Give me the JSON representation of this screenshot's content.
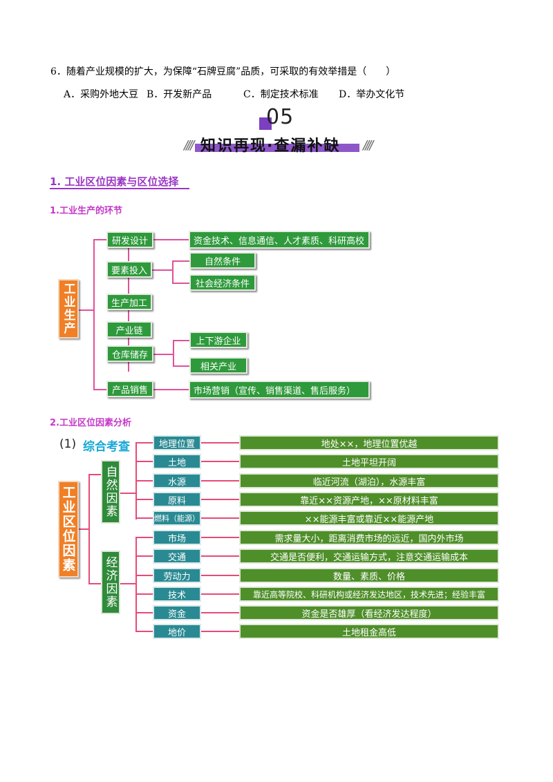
{
  "question": {
    "stem": "6．随着产业规模的扩大，为保障“石牌豆腐”品质，可采取的有效举措是（　　）",
    "options": [
      {
        "label": "A．采购外地大豆"
      },
      {
        "label": "B．开发新产品"
      },
      {
        "label": "C．制定技术标准"
      },
      {
        "label": "D．举办文化节"
      }
    ]
  },
  "section": {
    "number": "05",
    "banner": "知识再现·查漏补缺",
    "deco_left": "////",
    "deco_right": "////",
    "colors": {
      "purple": "#8e57c9"
    }
  },
  "topic1": {
    "heading": "1. 工业区位因素与区位选择",
    "sub1": "1.工业生产的环节",
    "sub2": "2.工业区位因素分析"
  },
  "diagram1": {
    "root": "工业生产",
    "stages": [
      "研发设计",
      "要素投入",
      "生产加工",
      "产业链",
      "仓库储存",
      "产品销售"
    ],
    "details": {
      "research": "资金技术、信息通信、人才素质、科研高校",
      "inputs": [
        "自然条件",
        "社会经济条件"
      ],
      "storage": [
        "上下游企业",
        "相关产业"
      ],
      "sales": "市场营销（宣传、销售渠道、售后服务）"
    },
    "colors": {
      "box": "#2f9a3c",
      "root": "#f07f26",
      "line": "#e0509a"
    }
  },
  "diagram2": {
    "num": "(1)",
    "title": "综合考查",
    "root": "工业区位因素",
    "groups": [
      {
        "name": "自然因素",
        "factors": [
          {
            "name": "地理位置",
            "desc": "地处××，地理位置优越"
          },
          {
            "name": "土地",
            "desc": "土地平坦开阔"
          },
          {
            "name": "水源",
            "desc": "临近河流（湖泊），水源丰富"
          },
          {
            "name": "原料",
            "desc": "靠近××资源产地，××原材料丰富"
          },
          {
            "name": "燃料（能源）",
            "desc": "××能源丰富或靠近××能源产地"
          }
        ]
      },
      {
        "name": "经济因素",
        "factors": [
          {
            "name": "市场",
            "desc": "需求量大小，距离消费市场的远近，国内外市场"
          },
          {
            "name": "交通",
            "desc": "交通是否便利，交通运输方式，注意交通运输成本"
          },
          {
            "name": "劳动力",
            "desc": "数量、素质、价格"
          },
          {
            "name": "技术",
            "desc": "靠近高等院校、科研机构或经济发达地区，技术先进；经验丰富"
          },
          {
            "name": "资金",
            "desc": "资金是否雄厚（看经济发达程度）"
          },
          {
            "name": "地价",
            "desc": "土地租金高低"
          }
        ]
      }
    ],
    "colors": {
      "factor": "#2a8a93",
      "desc": "#4f8f2a",
      "group": "#2f8a3a",
      "root": "#f07f26",
      "line": "#e64a78"
    }
  }
}
